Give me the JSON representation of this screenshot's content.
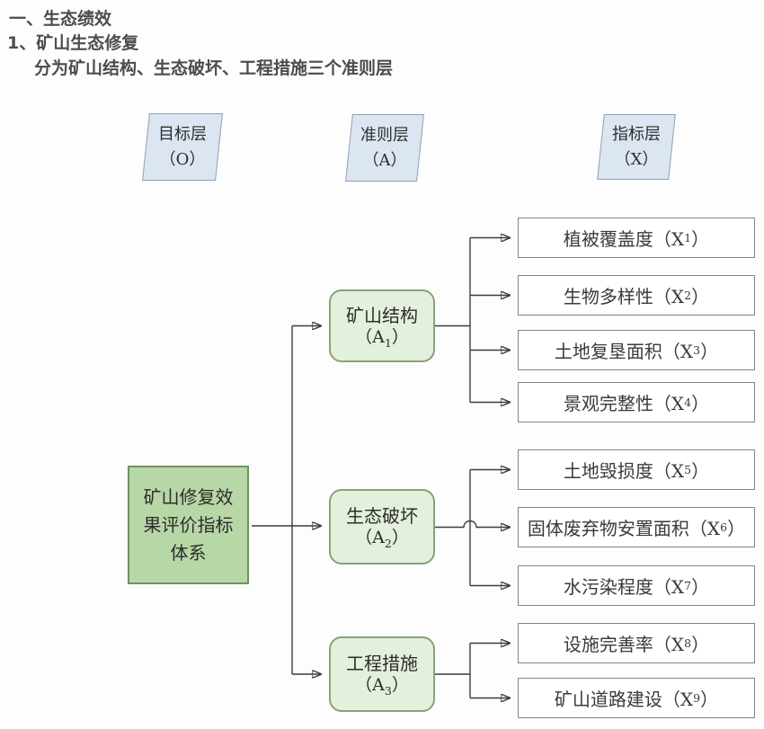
{
  "header": {
    "line1": "一、生态绩效",
    "line2": "1、矿山生态修复",
    "line3": "分为矿山结构、生态破坏、工程措施三个准则层"
  },
  "layers": [
    {
      "name": "目标层",
      "code": "（O）"
    },
    {
      "name": "准则层",
      "code": "（A）"
    },
    {
      "name": "指标层",
      "code": "（X）"
    }
  ],
  "root": {
    "title": "矿山修复效果评价指标体系"
  },
  "criteria": [
    {
      "name": "矿山结构",
      "sym": "（A",
      "sub": "1",
      "close": "）"
    },
    {
      "name": "生态破坏",
      "sym": "（A",
      "sub": "2",
      "close": "）"
    },
    {
      "name": "工程措施",
      "sym": "（A",
      "sub": "3",
      "close": "）"
    }
  ],
  "indicators": [
    {
      "label": "植被覆盖度（X",
      "sub": "1",
      "close": "）"
    },
    {
      "label": "生物多样性（X",
      "sub": "2",
      "close": "）"
    },
    {
      "label": "土地复垦面积（X",
      "sub": "3",
      "close": "）"
    },
    {
      "label": "景观完整性（X",
      "sub": "4",
      "close": "）"
    },
    {
      "label": "土地毁损度（X",
      "sub": "5",
      "close": "）"
    },
    {
      "label": "固体废弃物安置面积（X",
      "sub": "6",
      "close": "）"
    },
    {
      "label": "水污染程度（X",
      "sub": "7",
      "close": "）"
    },
    {
      "label": "设施完善率（X",
      "sub": "8",
      "close": "）"
    },
    {
      "label": "矿山道路建设（X",
      "sub": "9",
      "close": "）"
    }
  ],
  "colors": {
    "header_text": "#4c4c4c",
    "layer_fill": "#dce6f2",
    "root_fill": "#b8d7a7",
    "criteria_fill": "#e3f0db",
    "indicator_fill": "#ffffff",
    "line": "#3d3d3d"
  }
}
